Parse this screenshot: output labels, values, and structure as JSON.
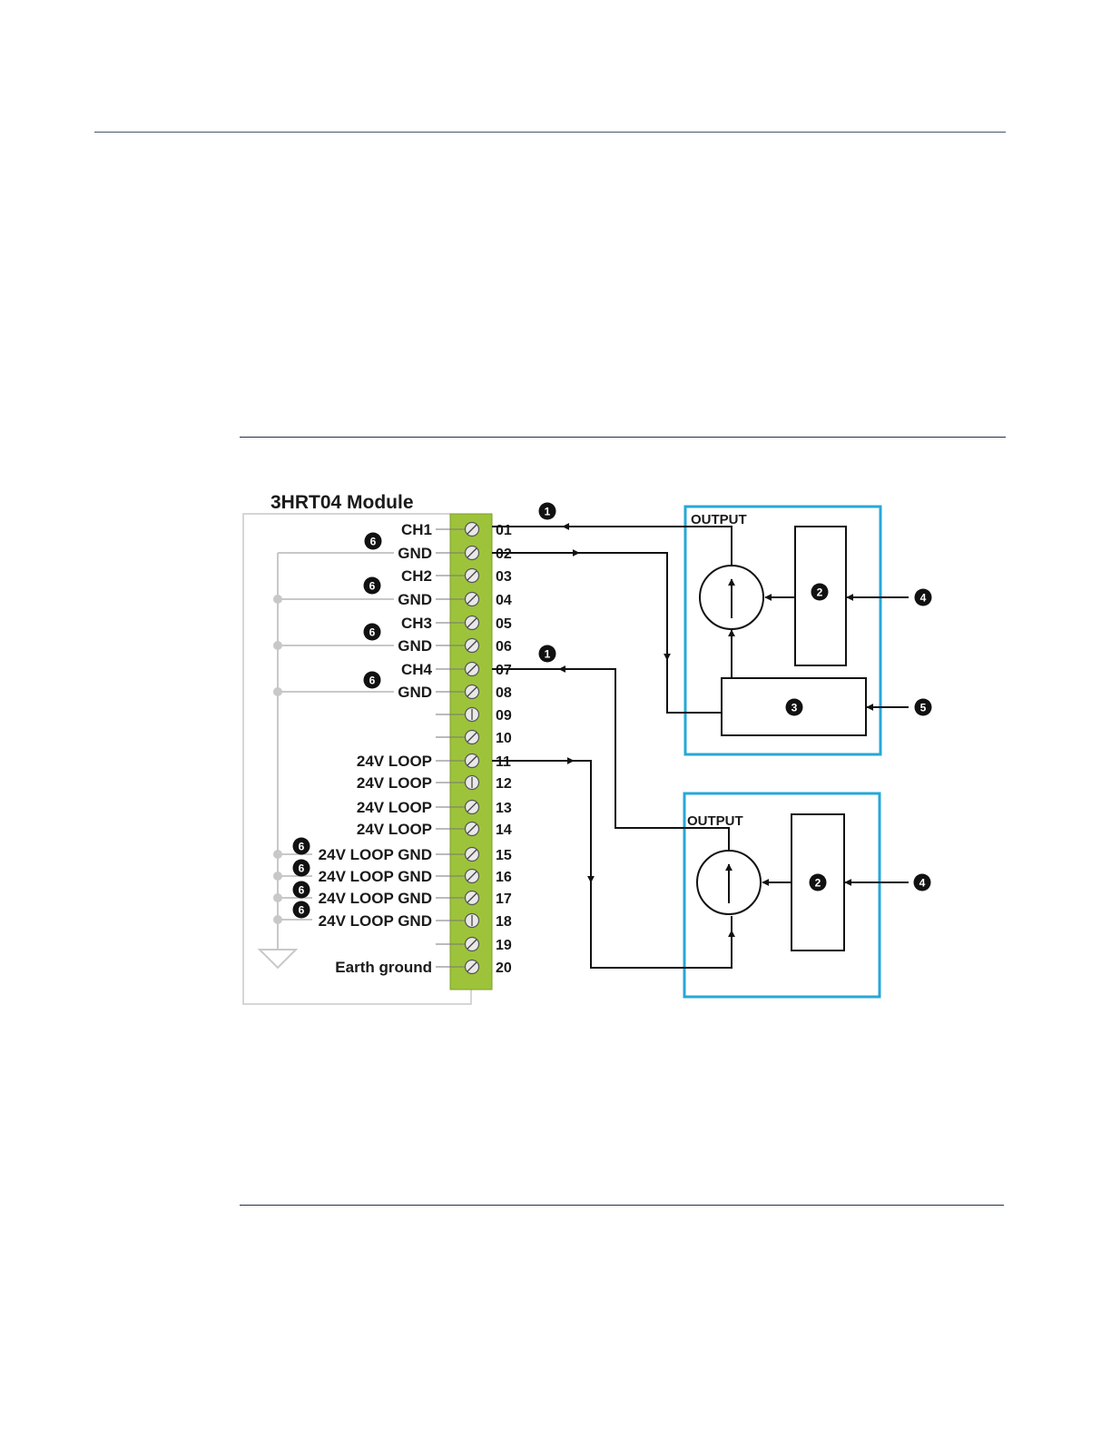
{
  "module": {
    "title": "3HRT04 Module",
    "terminals": [
      {
        "num": "01",
        "label": "CH1"
      },
      {
        "num": "02",
        "label": "GND"
      },
      {
        "num": "03",
        "label": "CH2"
      },
      {
        "num": "04",
        "label": "GND"
      },
      {
        "num": "05",
        "label": "CH3"
      },
      {
        "num": "06",
        "label": "GND"
      },
      {
        "num": "07",
        "label": "CH4"
      },
      {
        "num": "08",
        "label": "GND"
      },
      {
        "num": "09",
        "label": ""
      },
      {
        "num": "10",
        "label": ""
      },
      {
        "num": "11",
        "label": "24V LOOP"
      },
      {
        "num": "12",
        "label": "24V LOOP"
      },
      {
        "num": "13",
        "label": "24V LOOP"
      },
      {
        "num": "14",
        "label": "24V LOOP"
      },
      {
        "num": "15",
        "label": "24V LOOP GND"
      },
      {
        "num": "16",
        "label": "24V LOOP GND"
      },
      {
        "num": "17",
        "label": "24V LOOP GND"
      },
      {
        "num": "18",
        "label": "24V LOOP GND"
      },
      {
        "num": "19",
        "label": ""
      },
      {
        "num": "20",
        "label": "Earth ground"
      }
    ]
  },
  "devices": {
    "output_label": "OUTPUT"
  },
  "callouts": {
    "c1": "1",
    "c2": "2",
    "c3": "3",
    "c4": "4",
    "c5": "5",
    "c6": "6"
  },
  "colors": {
    "terminal_strip": "#9dc33b",
    "device_border": "#27a7d8",
    "ground_wire": "#c8c8c8",
    "rule": "#1f2f4a"
  }
}
